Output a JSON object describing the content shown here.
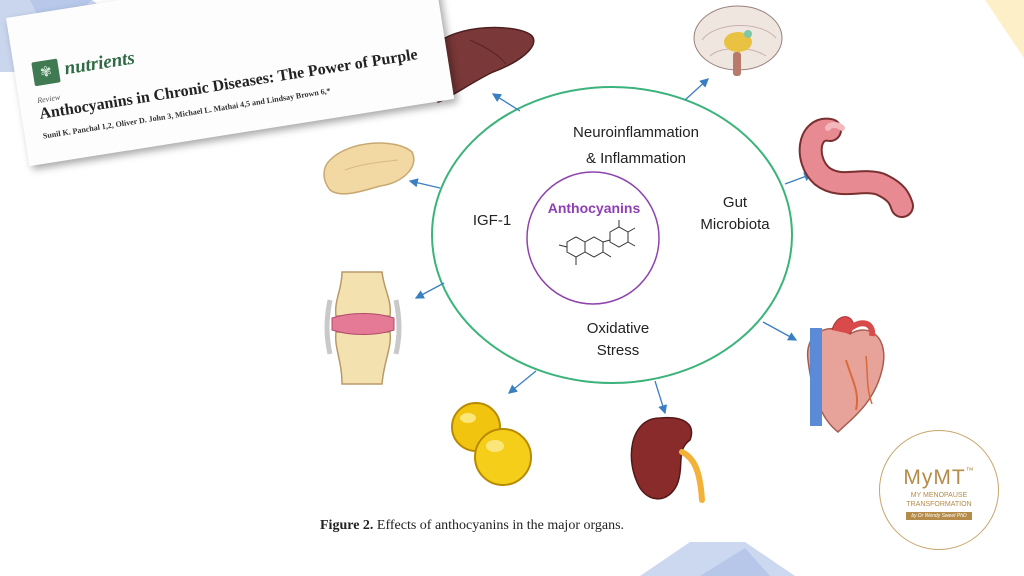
{
  "paper": {
    "journal": "nutrients",
    "article_type": "Review",
    "title": "Anthocyanins in Chronic Diseases: The Power of Purple",
    "authors": "Sunil K. Panchal 1,2, Oliver D. John 3, Michael L. Mathai 4,5 and Lindsay Brown 6,*"
  },
  "diagram": {
    "center": "Anthocyanins",
    "effects": {
      "neuro": "Neuroinflammation",
      "inflammation": "& Inflammation",
      "igf": "IGF-1",
      "gut_line1": "Gut",
      "gut_line2": "Microbiota",
      "oxidative_line1": "Oxidative",
      "oxidative_line2": "Stress"
    },
    "organs": [
      "liver-icon",
      "brain-icon",
      "intestine-icon",
      "heart-icon",
      "kidney-icon",
      "fat-cells-icon",
      "joint-icon",
      "pancreas-icon"
    ],
    "colors": {
      "ring": "#3bb37a",
      "center_ring": "#8e44ad",
      "center_text": "#8e3fb5",
      "arrow": "#3a7fc1"
    }
  },
  "caption": {
    "label": "Figure 2.",
    "text": " Effects of anthocyanins in the major organs."
  },
  "brand": {
    "name": "MyMT",
    "tm": "™",
    "line1": "MY MENOPAUSE",
    "line2": "TRANSFORMATION",
    "by": "by Dr Wendy Sweet PhD"
  }
}
